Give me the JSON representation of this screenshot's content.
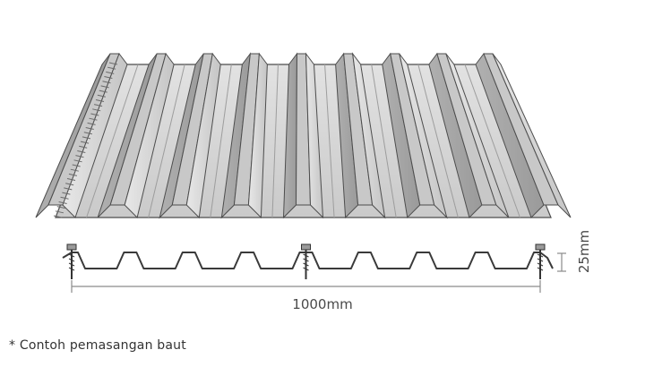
{
  "labels": {
    "width": "1000mm",
    "height": "25mm",
    "note": "* Contoh pemasangan baut"
  },
  "colors": {
    "sheet_light": "#d6d6d6",
    "sheet_mid": "#bdbdbd",
    "sheet_dark": "#8f8f8f",
    "outline": "#4d4d4d",
    "section_line": "#3a3a3a",
    "dimension": "#7a7a7a",
    "text": "#4a4a4a"
  },
  "profile": {
    "ribs": 8,
    "bolt_positions": [
      1,
      5,
      9
    ]
  }
}
